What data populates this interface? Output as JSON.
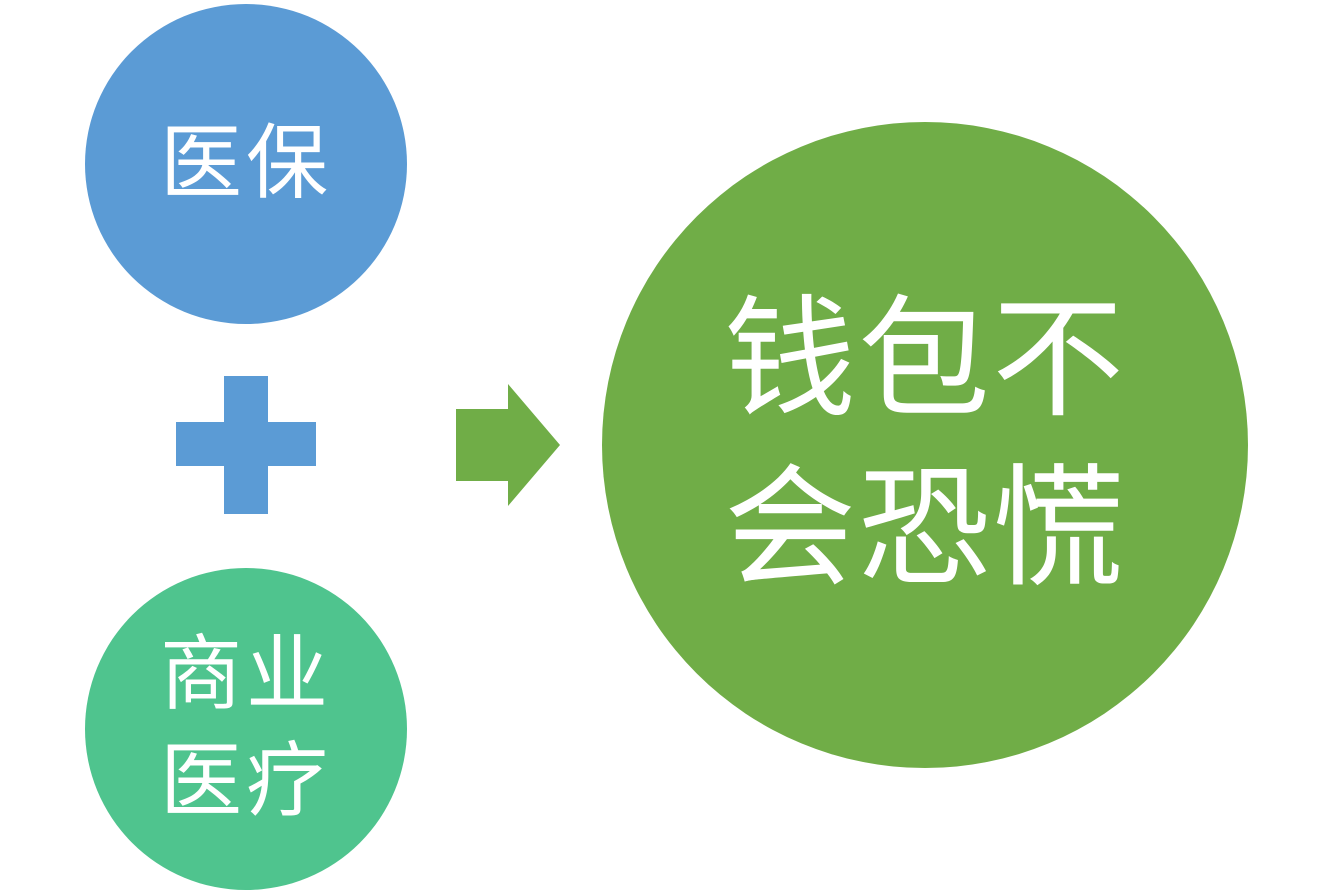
{
  "colors": {
    "medical_insurance_circle": "#5b9bd5",
    "plus_sign": "#5b9bd5",
    "commercial_medical_circle": "#4fc48e",
    "arrow": "#70ad47",
    "result_circle": "#70ad47",
    "text": "#ffffff"
  },
  "nodes": {
    "medical_insurance": {
      "label": "医保"
    },
    "commercial_medical": {
      "label": "商业\n医疗"
    },
    "result": {
      "label": "钱包不\n会恐慌"
    }
  },
  "connectors": {
    "plus": {
      "icon": "plus-icon"
    },
    "arrow": {
      "icon": "arrow-right-icon"
    }
  }
}
